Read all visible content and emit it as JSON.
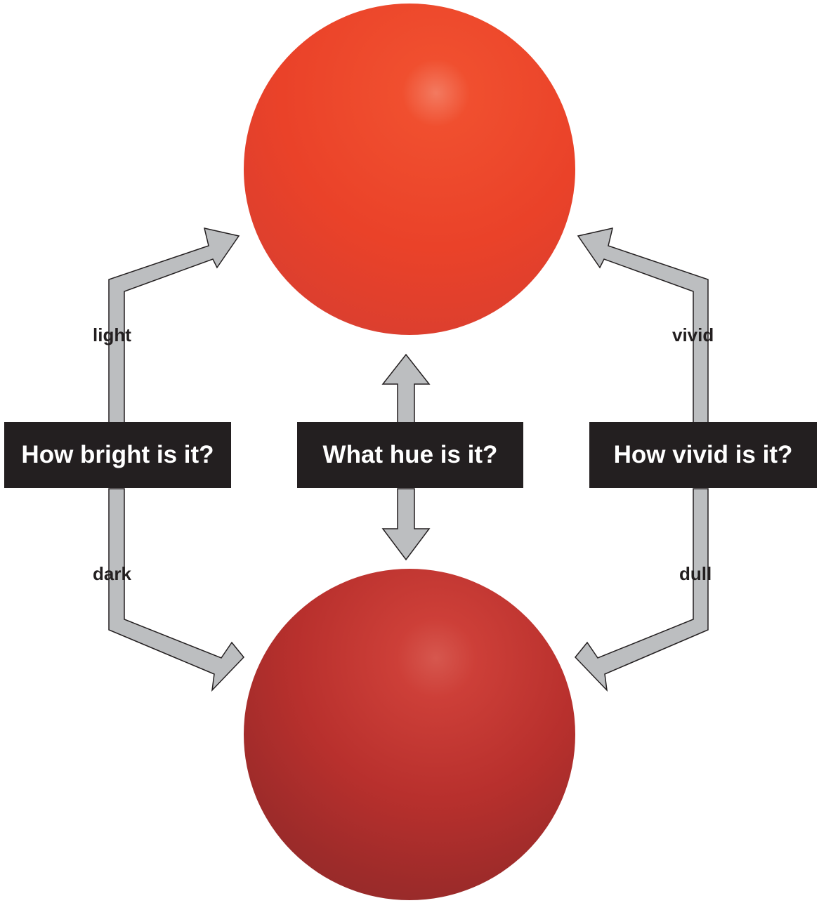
{
  "colors": {
    "arrow_fill": "#bcbec0",
    "arrow_stroke": "#231f20",
    "box_background": "#231f20",
    "box_text": "#ffffff",
    "label_text": "#231f20",
    "top_sphere": "#f04a2a",
    "bottom_sphere": "#c43530"
  },
  "questions": {
    "bright": "How bright is it?",
    "hue": "What hue is it?",
    "vivid": "How vivid is it?"
  },
  "labels": {
    "light": "light",
    "dark": "dark",
    "vivid": "vivid",
    "dull": "dull"
  }
}
